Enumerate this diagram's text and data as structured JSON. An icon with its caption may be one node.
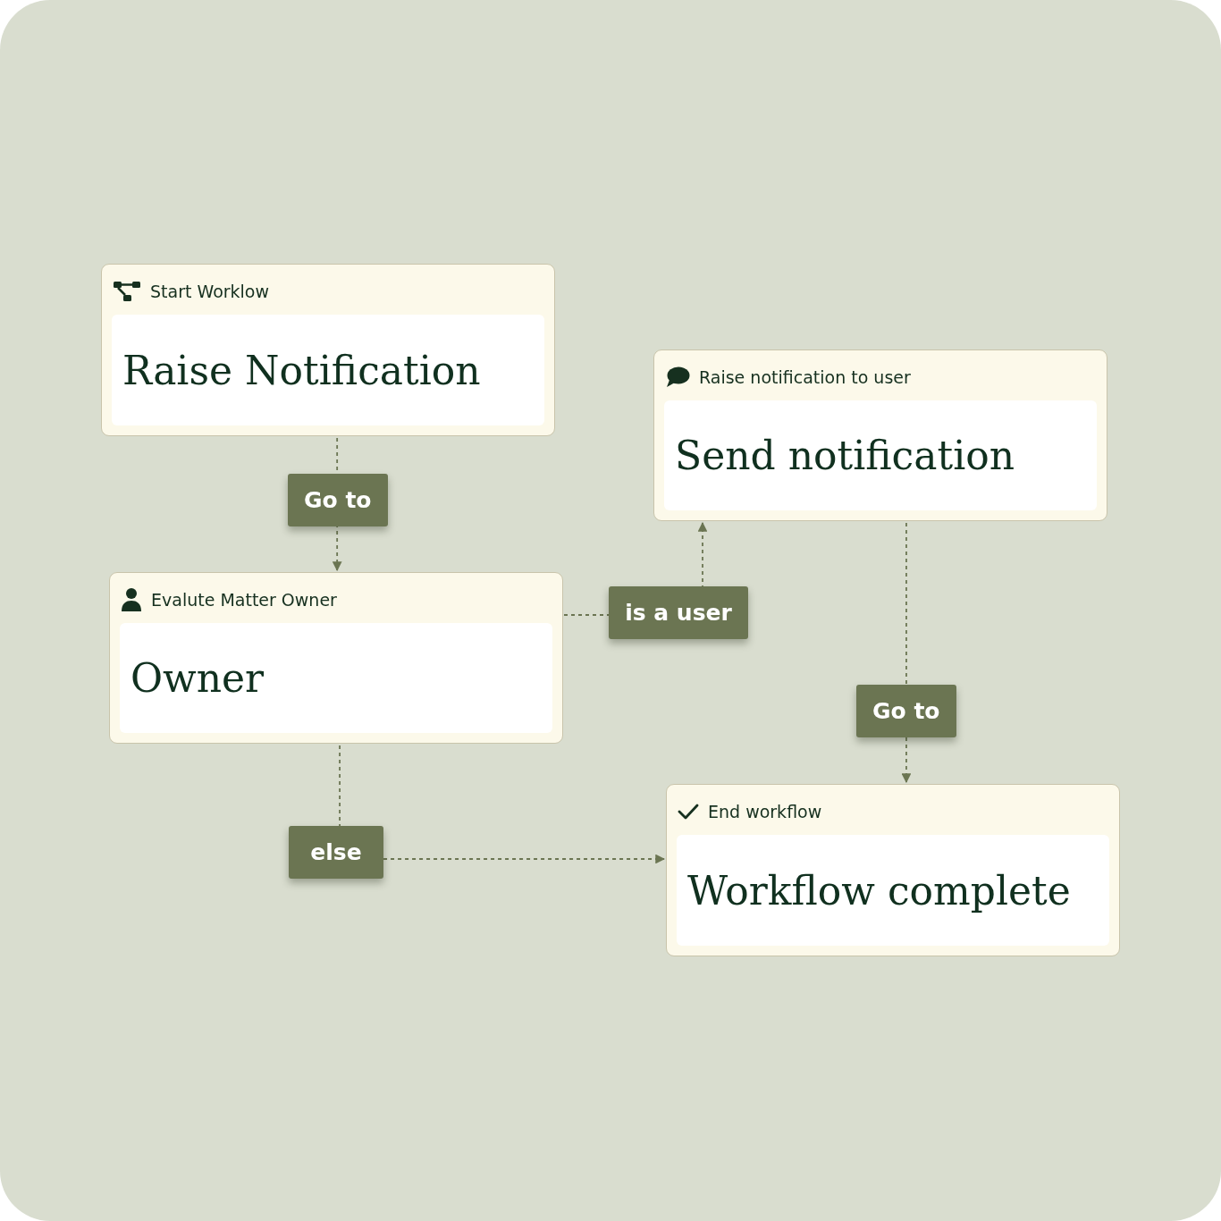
{
  "diagram": {
    "nodes": [
      {
        "text": [
          "Start Worklow",
          "Raise Notification"
        ]
      },
      {
        "text": [
          "Evalute Matter Owner",
          "Owner"
        ]
      },
      {
        "text": [
          "Raise notification to user",
          "Send notification"
        ]
      },
      {
        "text": [
          "End workflow",
          "Workflow complete"
        ]
      }
    ],
    "edges": [
      {
        "from": 0,
        "to": 1,
        "arrow": "to",
        "label": "Go to",
        "style": "dashed"
      },
      {
        "from": 1,
        "to": 2,
        "arrow": "to",
        "label": "is a user",
        "style": "dashed"
      },
      {
        "from": 2,
        "to": 3,
        "arrow": "to",
        "label": "Go to",
        "style": "dashed"
      },
      {
        "from": 1,
        "to": 3,
        "arrow": "to",
        "label": "else",
        "style": "dashed"
      }
    ]
  }
}
